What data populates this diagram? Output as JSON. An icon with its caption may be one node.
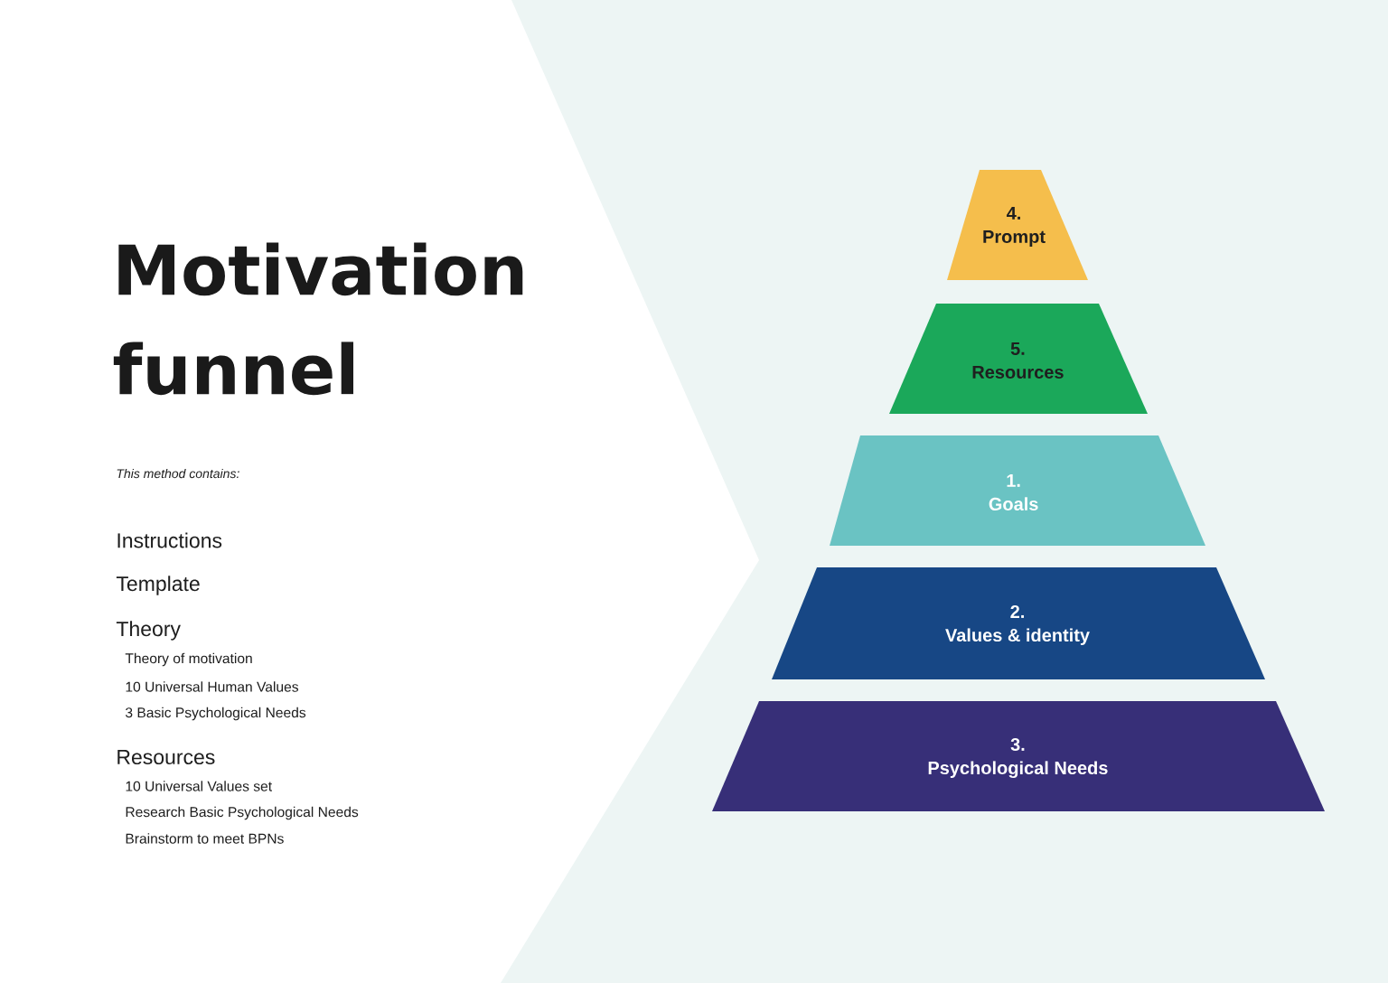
{
  "diagram": {
    "title": "Motivation funnel",
    "nodes": [
      {
        "text": [
          "4.",
          "Prompt"
        ]
      },
      {
        "text": [
          "5.",
          "Resources"
        ]
      },
      {
        "text": [
          "1.",
          "Goals"
        ]
      },
      {
        "text": [
          "2.",
          "Values & identity"
        ]
      },
      {
        "text": [
          "3.",
          "Psychological Needs"
        ]
      }
    ],
    "labels": [
      "This method contains:",
      "Instructions",
      "Template",
      "Theory",
      "Theory of motivation",
      "10 Universal Human Values",
      "3 Basic Psychological Needs",
      "Resources",
      "10 Universal Values set",
      "Research Basic Psychological Needs",
      "Brainstorm to meet BPNs"
    ]
  }
}
